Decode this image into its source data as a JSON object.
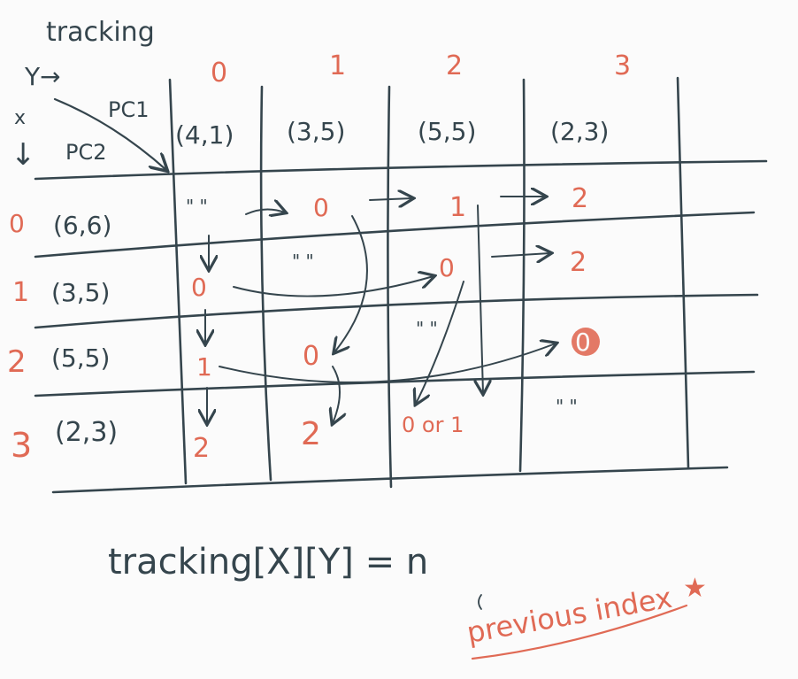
{
  "labels": {
    "tracking_title": "tracking",
    "y_axis": "Y→",
    "x_axis": "x",
    "x_arrow": "↓",
    "pc1": "PC1",
    "pc2": "PC2"
  },
  "columns": [
    {
      "index": "0",
      "point": "(4,1)"
    },
    {
      "index": "1",
      "point": "(3,5)"
    },
    {
      "index": "2",
      "point": "(5,5)"
    },
    {
      "index": "3",
      "point": "(2,3)"
    }
  ],
  "rows": [
    {
      "index": "0",
      "point": "(6,6)"
    },
    {
      "index": "1",
      "point": "(3,5)"
    },
    {
      "index": "2",
      "point": "(5,5)"
    },
    {
      "index": "3",
      "point": "(2,3)"
    }
  ],
  "cells": [
    [
      "\" \"",
      "0",
      "1",
      "2"
    ],
    [
      "0",
      "\" \"",
      "0",
      "2"
    ],
    [
      "1",
      "0",
      "\" \"",
      "0"
    ],
    [
      "2",
      "2",
      "0 or 1",
      "\" \""
    ]
  ],
  "formula": "tracking[X][Y] = n",
  "annotation": "previous index",
  "annotation_star": "★",
  "colors": {
    "ink": "#35454d",
    "accent": "#e06a55"
  }
}
